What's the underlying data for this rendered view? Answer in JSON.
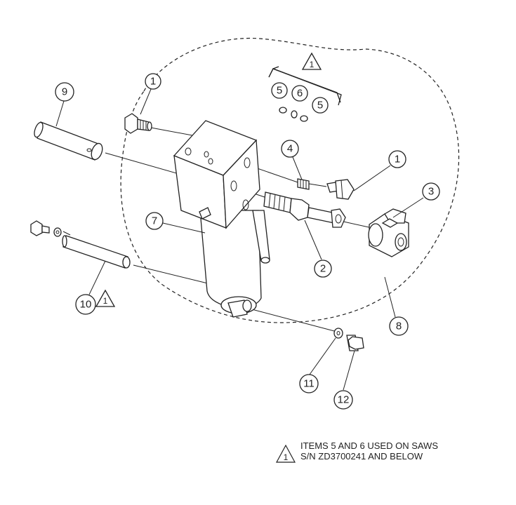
{
  "callouts": {
    "c1a": "1",
    "c1b": "1",
    "c2": "2",
    "c3": "3",
    "c4": "4",
    "c5a": "5",
    "c5b": "5",
    "c6": "6",
    "c7": "7",
    "c8": "8",
    "c9": "9",
    "c10": "10",
    "c11": "11",
    "c12": "12"
  },
  "flags": {
    "top": "1",
    "item10": "1",
    "note": "1"
  },
  "note": {
    "line1": "ITEMS 5 AND 6 USED ON SAWS",
    "line2": "S/N ZD3700241 AND BELOW"
  }
}
